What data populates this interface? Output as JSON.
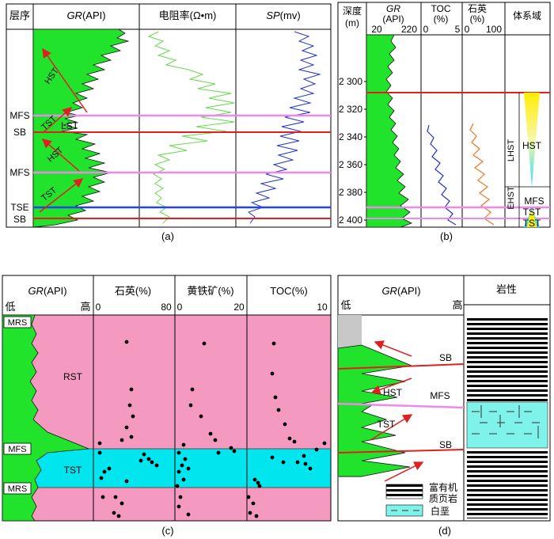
{
  "panel_a": {
    "col_headers": {
      "layers": "层序",
      "gr": "GR",
      "gr_unit": "(API)",
      "res": "电阻率(Ω•m)",
      "sp": "SP",
      "sp_unit": "(mv)"
    },
    "left_labels": [
      "MFS",
      "SB",
      "MFS",
      "TSE",
      "SB"
    ],
    "tract_labels": [
      "HST",
      "TST",
      "LST",
      "HST",
      "TST"
    ],
    "caption": "(a)",
    "colors": {
      "gr_fill": "#22e32b",
      "res_curve": "#66d94c",
      "sp_curve": "#2233cc",
      "sb_line": "#e02020",
      "mfs_line": "#ee88ee",
      "tse_line": "#2244ee"
    }
  },
  "panel_b": {
    "depth_header": "深度",
    "depth_unit": "(m)",
    "gr": "GR",
    "gr_unit": "(API)",
    "gr_scale": [
      "20",
      "220"
    ],
    "toc": "TOC",
    "toc_unit": "(%)",
    "toc_scale": [
      "0",
      "5"
    ],
    "quartz": "石英",
    "quartz_unit": "(%)",
    "quartz_scale": [
      "0",
      "100"
    ],
    "tract_header": "体系域",
    "depth_ticks": [
      "2 300",
      "2 320",
      "2 340",
      "2 360",
      "2 380",
      "2 400"
    ],
    "tract_labels": [
      "HST",
      "LHST",
      "EHST",
      "MFS",
      "TST",
      "TST"
    ],
    "caption": "(b)",
    "colors": {
      "toc_curve": "#2233cc",
      "quartz_curve": "#ee7722"
    }
  },
  "panel_c": {
    "gr_header": "GR",
    "gr_unit": "(API)",
    "low": "低",
    "high": "高",
    "col_headers": [
      "石英(%)",
      "黄铁矿(%)",
      "TOC(%)"
    ],
    "scales": [
      [
        "0",
        "80"
      ],
      [
        "0",
        "20"
      ],
      [
        "",
        "10"
      ]
    ],
    "boundary_labels": [
      "MRS",
      "MFS",
      "MRS"
    ],
    "tract_labels": [
      "RST",
      "TST"
    ],
    "caption": "(c)",
    "colors": {
      "rst_bg": "#f49ac1",
      "tst_bg": "#00e5ee"
    }
  },
  "panel_d": {
    "gr_header": "GR",
    "gr_unit": "(API)",
    "low": "低",
    "high": "高",
    "lith_header": "岩性",
    "boundary_labels": [
      "SB",
      "MFS",
      "SB"
    ],
    "tract_labels": [
      "HST",
      "TST"
    ],
    "legend": [
      {
        "label_line1": "富有机",
        "label_line2": "质页岩"
      },
      {
        "label_line1": "白垩",
        "label_line2": ""
      }
    ],
    "caption": "(d)",
    "colors": {
      "chalk": "#7ff2ea",
      "gray_column": "#c8c8c8"
    }
  }
}
